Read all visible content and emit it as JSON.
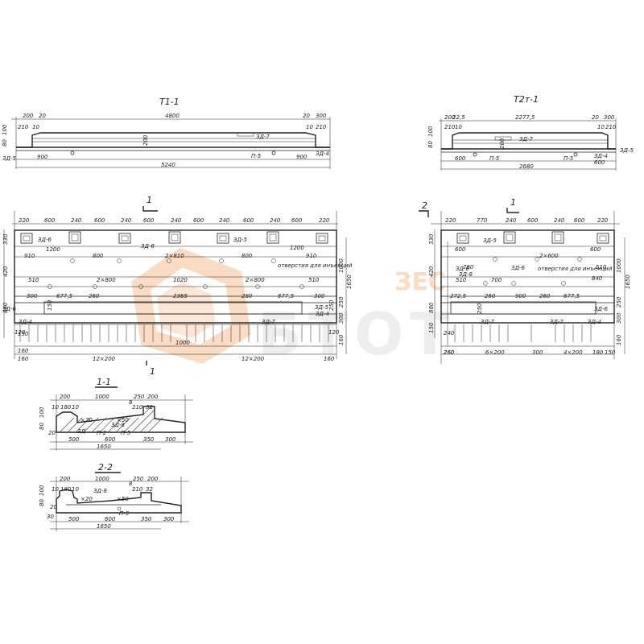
{
  "titles": {
    "t1": "Т1-1",
    "t2": "Т2т-1",
    "sec11": "1-1",
    "sec22": "2-2",
    "cut1": "1",
    "cut2": "2"
  },
  "watermark": {
    "top": "ЗЕС",
    "bottom": "БТОТ"
  },
  "t1_elev": {
    "dims": [
      "200",
      "20",
      "4800",
      "20",
      "300",
      "210",
      "10",
      "10",
      "210",
      "80",
      "100",
      "200",
      "900",
      "5240",
      "900"
    ],
    "marks": [
      "ЗД-7",
      "ЗД-5",
      "П-5",
      "ЗД-4"
    ]
  },
  "t2_elev": {
    "dims": [
      "200",
      "22,5",
      "2277,5",
      "20",
      "300",
      "210",
      "10",
      "10",
      "210",
      "80",
      "100",
      "200",
      "600",
      "2680",
      "600"
    ],
    "marks": [
      "ЗД-7",
      "ЗД-5",
      "П-5",
      "П-5",
      "ЗД-4"
    ]
  },
  "t1_plan": {
    "top_dims": [
      "220",
      "600",
      "240",
      "600",
      "240",
      "600",
      "240",
      "600",
      "240",
      "600",
      "240",
      "600",
      "220"
    ],
    "rows": [
      "1200",
      "910",
      "800",
      "2×810",
      "800",
      "910",
      "1200",
      "510",
      "2×800",
      "1020",
      "2×800",
      "510",
      "300",
      "677,5",
      "260",
      "2365",
      "280",
      "677,5",
      "300"
    ],
    "left_dims": [
      "330",
      "420",
      "880",
      "150",
      "160"
    ],
    "right_dims": [
      "1000",
      "1650",
      "300",
      "250",
      "160"
    ],
    "bottom_dims": [
      "160",
      "12×200",
      "1000",
      "12×200",
      "160"
    ],
    "marks": [
      "ЗД-6",
      "ЗД-6",
      "ЗД-5",
      "ЗД-6",
      "ЗД-4",
      "ЗД-7",
      "ЗД-4",
      "ЗД-5"
    ],
    "note": "отверстия для инъекций",
    "inner": [
      "150",
      "250",
      "120",
      "120"
    ]
  },
  "t2_plan": {
    "top_dims": [
      "220",
      "770",
      "240",
      "600",
      "240",
      "600",
      "220"
    ],
    "rows": [
      "600",
      "760",
      "2×600",
      "600",
      "510",
      "840",
      "700",
      "510",
      "900",
      "260",
      "677,5",
      "272,5",
      "260",
      "250",
      "240"
    ],
    "left_dims": [
      "330",
      "420",
      "880",
      "150",
      "260"
    ],
    "right_dims": [
      "1000",
      "1650",
      "300",
      "250",
      "160"
    ],
    "bottom_dims": [
      "260",
      "6×200",
      "300",
      "4×200",
      "180",
      "150"
    ],
    "marks": [
      "ЗД-5",
      "ЗД-6",
      "ЗД-8",
      "ЗД-6",
      "ЗД-7",
      "ЗД-7",
      "ЗД-4",
      "ЗД-6"
    ],
    "note": "отверстия для инъекций"
  },
  "sec11": {
    "top": [
      "200",
      "1000",
      "250",
      "200",
      "10",
      "180",
      "10",
      "8",
      "210",
      "32"
    ],
    "inner": [
      "×20",
      "×50",
      "ЗД-8"
    ],
    "bottom": [
      "500",
      "600",
      "350",
      "300",
      "1650"
    ],
    "marks": [
      "П-2",
      "П-5",
      "ЗД"
    ],
    "left": [
      "80",
      "100",
      "20"
    ]
  },
  "sec22": {
    "top": [
      "200",
      "1000",
      "250",
      "200",
      "10",
      "180",
      "10",
      "8",
      "210",
      "32"
    ],
    "inner": [
      "ЗД-8",
      "×20",
      "×50"
    ],
    "bottom": [
      "500",
      "600",
      "350",
      "300",
      "1650"
    ],
    "marks": [
      "П-5"
    ],
    "left": [
      "80",
      "100",
      "30",
      "20"
    ]
  }
}
